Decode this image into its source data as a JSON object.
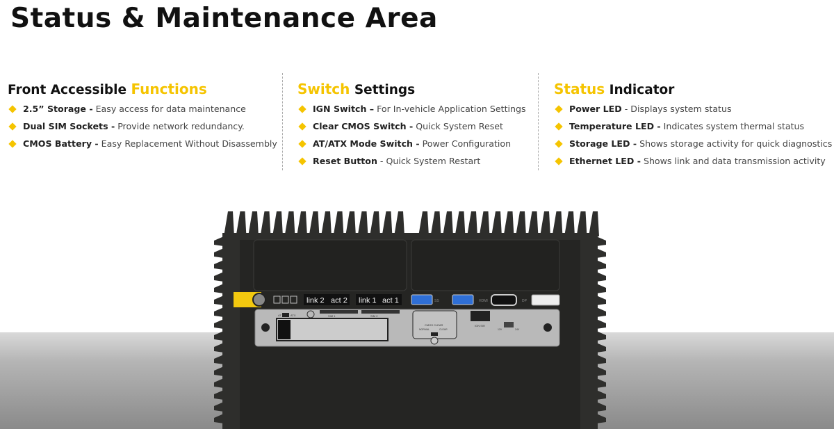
{
  "title": "Status & Maintenance Area",
  "columns": [
    {
      "heading_plain_before": "Front Accessible ",
      "heading_highlight": "Functions",
      "heading_plain_after": "",
      "items": [
        {
          "bold": "2.5” Storage -",
          "text": "Easy access for data maintenance"
        },
        {
          "bold": "Dual SIM Sockets -",
          "text": "Provide network redundancy."
        },
        {
          "bold": "CMOS Battery -",
          "text": "Easy Replacement Without Disassembly"
        }
      ]
    },
    {
      "heading_plain_before": "",
      "heading_highlight": "Switch",
      "heading_plain_after": " Settings",
      "items": [
        {
          "bold": "IGN Switch –",
          "text": "For In-vehicle Application Settings"
        },
        {
          "bold": "Clear CMOS Switch -",
          "text": "Quick System Reset"
        },
        {
          "bold": "AT/ATX Mode Switch -",
          "text": "Power Configuration"
        },
        {
          "bold": "Reset Button",
          "text": "- Quick System Restart"
        }
      ]
    },
    {
      "heading_plain_before": "",
      "heading_highlight": "Status",
      "heading_plain_after": " Indicator",
      "items": [
        {
          "bold": "Power LED",
          "text": " - Displays system status"
        },
        {
          "bold": "Temperature LED -",
          "text": "Indicates system thermal status"
        },
        {
          "bold": "Storage LED -",
          "text": "Shows storage activity for quick diagnostics"
        },
        {
          "bold": "Ethernet LED -",
          "text": "Shows link and data transmission activity"
        }
      ]
    }
  ],
  "device": {
    "led_labels": [
      "link 2",
      "act 2",
      "link 1",
      "act 1"
    ],
    "sim_labels": [
      "SIM 1",
      "SIM 2"
    ],
    "cmos_label": "CMOS CLEAR",
    "cmos_normal": "NORMAL",
    "cmos_clear": "CLEAR",
    "ign_label": "IGN SW",
    "hdmi_label": "HDMI",
    "dp_label": "DP",
    "usb_label": "SS",
    "at_label": "AT",
    "atx_label": "ATX",
    "v12_label": "12V",
    "v24_label": "24V"
  },
  "colors": {
    "accent": "#f5c400",
    "chassis": "#2e2e2c",
    "plate": "#b9b9b9"
  }
}
